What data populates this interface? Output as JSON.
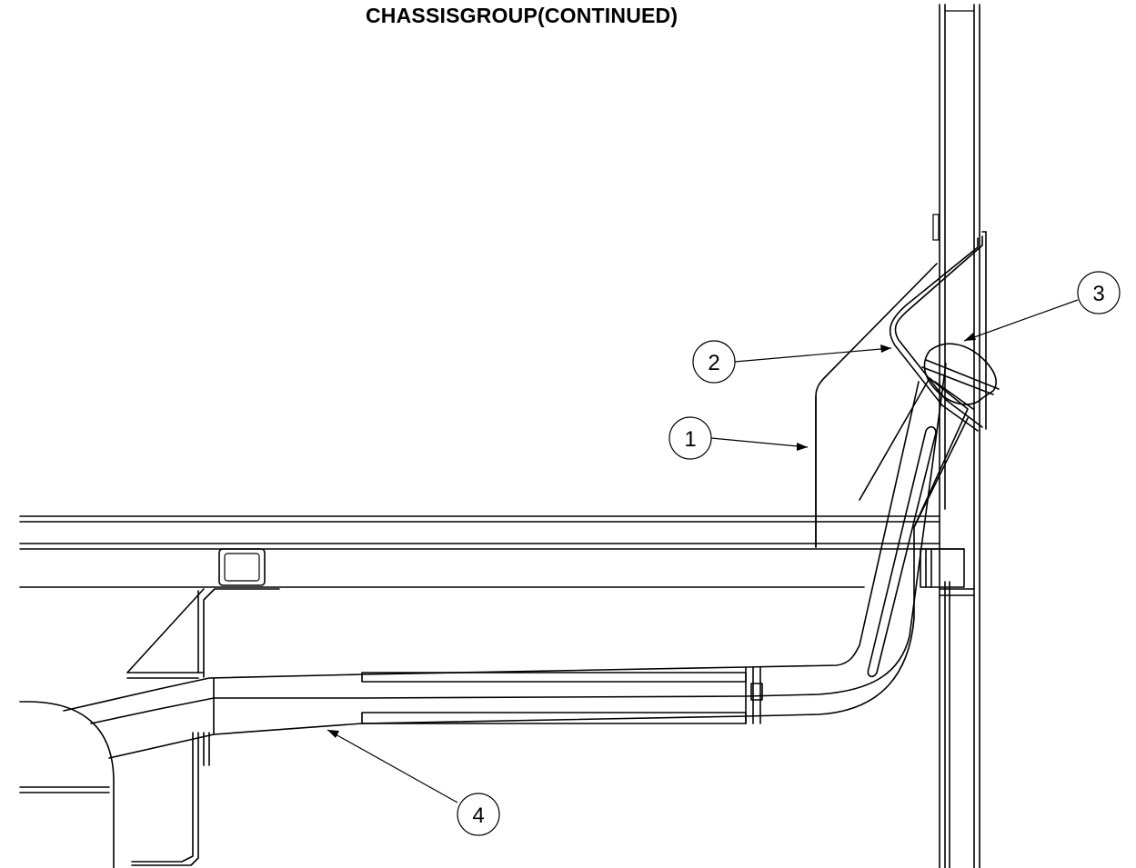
{
  "title": "CHASSISGROUP(CONTINUED)",
  "callouts": [
    {
      "id": "callout-1",
      "label": "1"
    },
    {
      "id": "callout-2",
      "label": "2"
    },
    {
      "id": "callout-3",
      "label": "3"
    },
    {
      "id": "callout-4",
      "label": "4"
    }
  ]
}
